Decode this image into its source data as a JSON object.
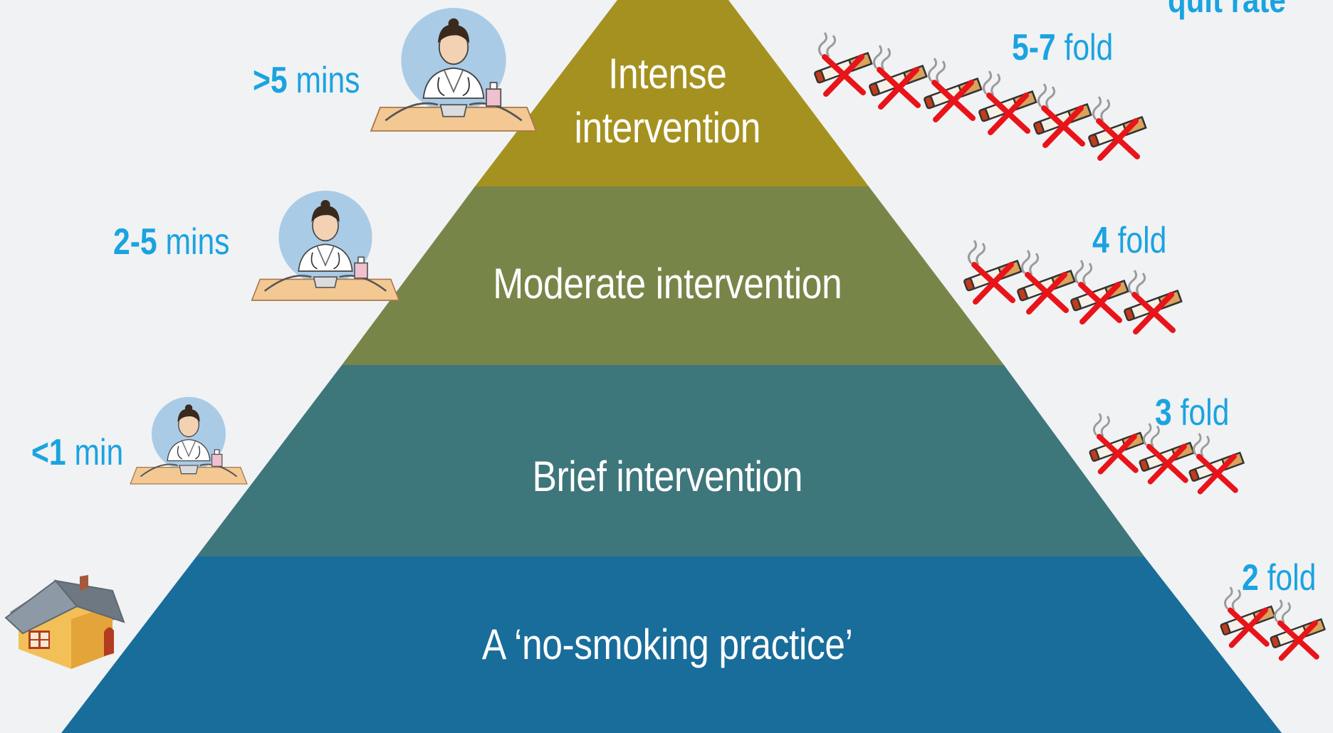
{
  "header_label": "quit rate",
  "colors": {
    "background": "#f1f2f4",
    "accent_text": "#1aa3e0",
    "tier_intense": "#a5911f",
    "tier_moderate": "#788549",
    "tier_brief": "#3d767b",
    "tier_practice": "#186d9b",
    "cross": "#e8141a"
  },
  "tiers": [
    {
      "label_lines": [
        "Intense",
        "intervention"
      ],
      "time": {
        "strong": ">5",
        "rest": " mins"
      },
      "fold": {
        "strong": "5-7",
        "rest": " fold"
      },
      "icon": "doctor-at-desk-icon",
      "crossed_cigarettes": 6
    },
    {
      "label_lines": [
        "Moderate intervention"
      ],
      "time": {
        "strong": "2-5",
        "rest": " mins"
      },
      "fold": {
        "strong": "4",
        "rest": " fold"
      },
      "icon": "doctor-at-desk-icon",
      "crossed_cigarettes": 4
    },
    {
      "label_lines": [
        "Brief intervention"
      ],
      "time": {
        "strong": "<1",
        "rest": " min"
      },
      "fold": {
        "strong": "3",
        "rest": " fold"
      },
      "icon": "doctor-at-desk-icon",
      "crossed_cigarettes": 3
    },
    {
      "label_lines": [
        "A ‘no-smoking practice’"
      ],
      "time": null,
      "fold": {
        "strong": "2",
        "rest": " fold"
      },
      "icon": "house-icon",
      "crossed_cigarettes": 2
    }
  ]
}
